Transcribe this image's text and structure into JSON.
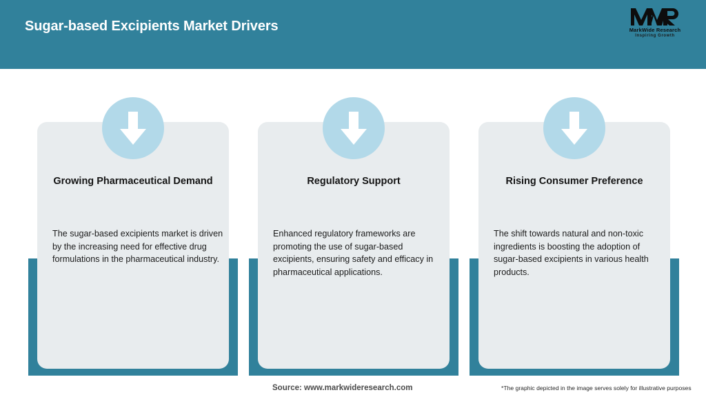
{
  "header": {
    "title": "Sugar-based Excipients Market Drivers",
    "background_color": "#31819b",
    "title_color": "#ffffff"
  },
  "logo": {
    "mark": "MWR",
    "name": "MarkWide Research",
    "tagline": "Inspiring Growth"
  },
  "theme": {
    "accent_teal": "#31819b",
    "card_background": "#e8ecee",
    "icon_circle": "#b2d9e9",
    "arrow_color": "#ffffff",
    "page_background": "#ffffff"
  },
  "cards": [
    {
      "icon": "arrow-down-icon",
      "title": "Growing Pharmaceutical Demand",
      "body": "The sugar-based excipients market is driven by the increasing need for effective drug formulations in the pharmaceutical industry."
    },
    {
      "icon": "arrow-down-icon",
      "title": "Regulatory Support",
      "body": "Enhanced regulatory frameworks are promoting the use of sugar-based excipients, ensuring safety and efficacy in pharmaceutical applications."
    },
    {
      "icon": "arrow-down-icon",
      "title": "Rising Consumer Preference",
      "body": "The shift towards natural and non-toxic ingredients is boosting the adoption of sugar-based excipients in various health products."
    }
  ],
  "footer": {
    "source": "Source: www.markwideresearch.com",
    "disclaimer": "*The graphic depicted in the image serves solely for illustrative purposes"
  }
}
